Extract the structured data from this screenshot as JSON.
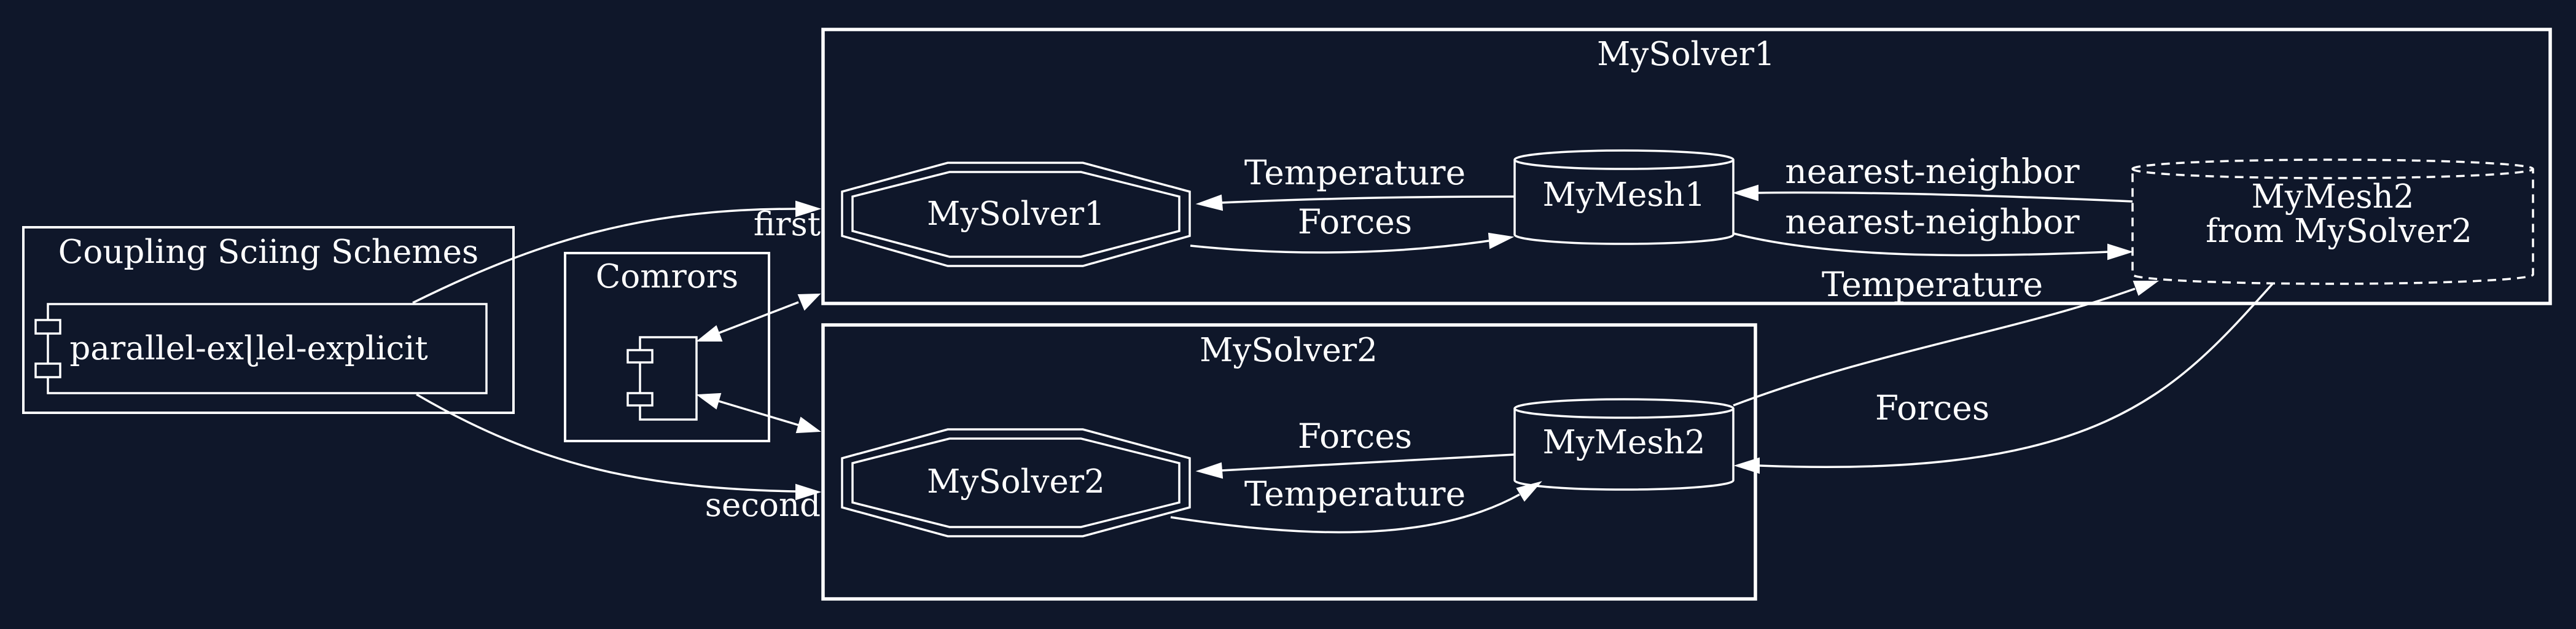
{
  "colors": {
    "background": "#0f172a",
    "foreground": "#ffffff"
  },
  "clusters": {
    "coupling": {
      "title": "Coupling Sciing Schemes"
    },
    "commons": {
      "title": "Comrors"
    },
    "solver1": {
      "title": "MySolver1"
    },
    "solver2": {
      "title": "MySolver2"
    }
  },
  "nodes": {
    "scheme": {
      "label": "parallel-exɭlel-explicit"
    },
    "m2n": {
      "label": ""
    },
    "solver1": {
      "label": "MySolver1"
    },
    "mesh1": {
      "label": "MyMesh1"
    },
    "mesh2_remote": {
      "line1": "MyMesh2",
      "line2": "from MySolver2"
    },
    "solver2": {
      "label": "MySolver2"
    },
    "mesh2": {
      "label": "MyMesh2"
    }
  },
  "edges": {
    "first": "first",
    "second": "second",
    "s1_temperature": "Temperature",
    "s1_forces": "Forces",
    "nn_top": "nearest-neighbor",
    "nn_bottom": "nearest-neighbor",
    "cross_temperature": "Temperature",
    "cross_forces": "Forces",
    "s2_forces": "Forces",
    "s2_temperature": "Temperature"
  },
  "icons": {
    "component": "uml-component-icon",
    "solver": "double-octagon",
    "mesh": "cylinder",
    "remote_mesh": "dashed-cylinder"
  }
}
